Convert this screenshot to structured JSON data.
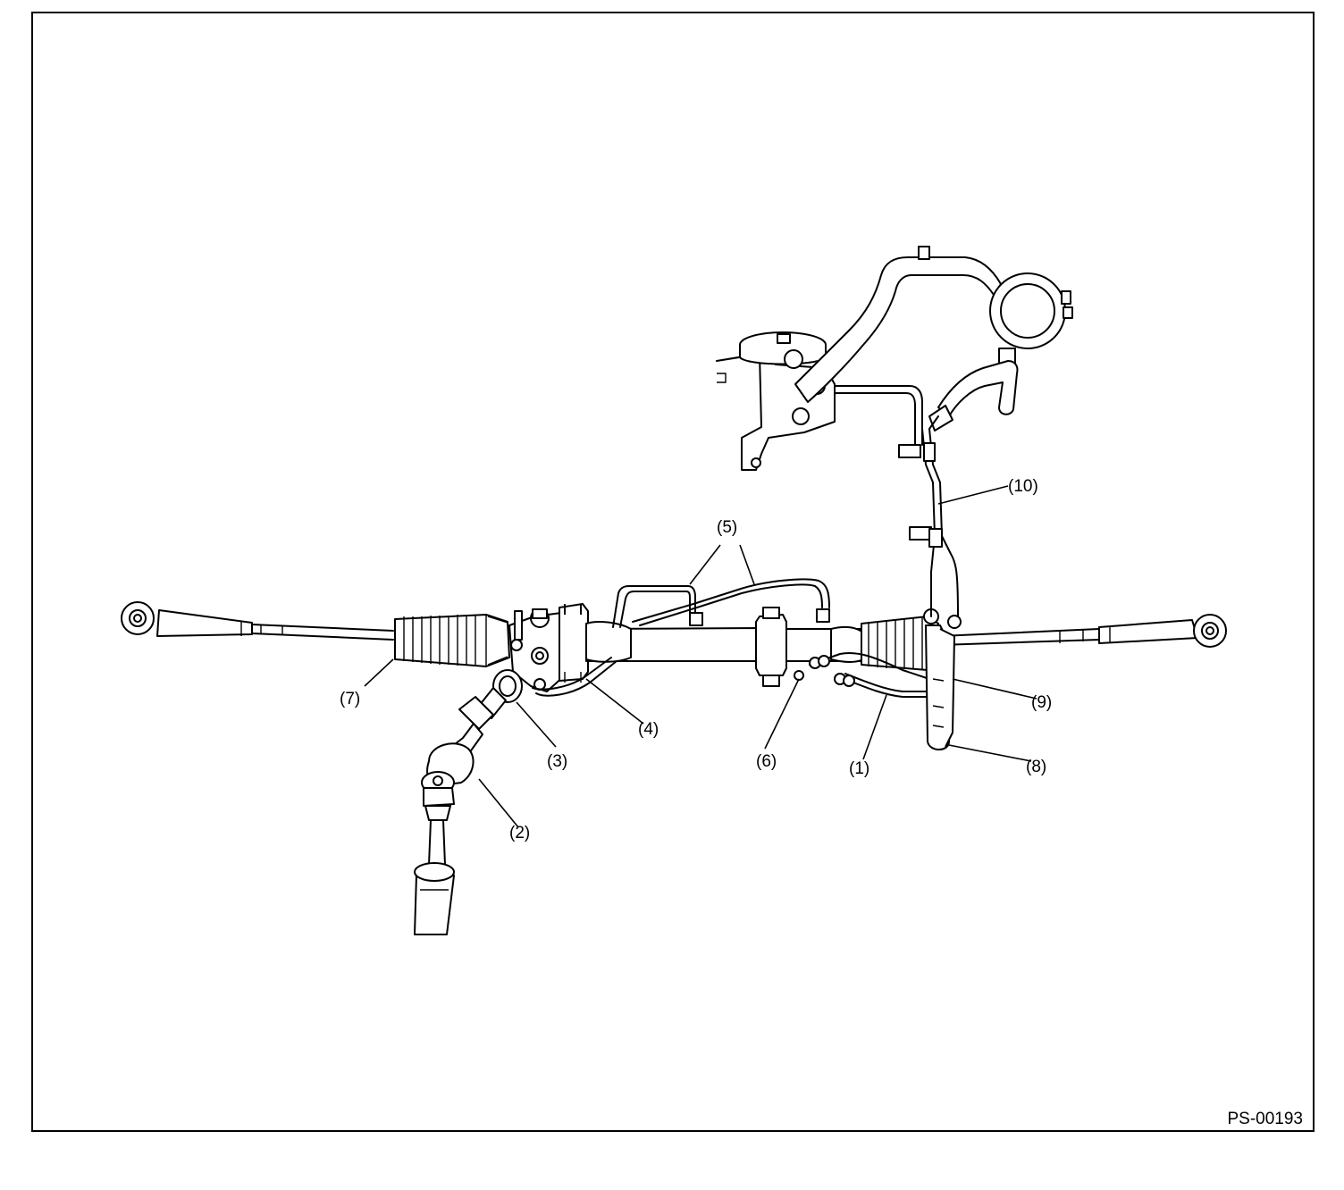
{
  "figure": {
    "id": "PS-00193",
    "callouts": [
      {
        "key": "c1",
        "label": "(1)"
      },
      {
        "key": "c2",
        "label": "(2)"
      },
      {
        "key": "c3",
        "label": "(3)"
      },
      {
        "key": "c4",
        "label": "(4)"
      },
      {
        "key": "c5",
        "label": "(5)"
      },
      {
        "key": "c6",
        "label": "(6)"
      },
      {
        "key": "c7",
        "label": "(7)"
      },
      {
        "key": "c8",
        "label": "(8)"
      },
      {
        "key": "c9",
        "label": "(9)"
      },
      {
        "key": "c10",
        "label": "(10)"
      }
    ]
  }
}
